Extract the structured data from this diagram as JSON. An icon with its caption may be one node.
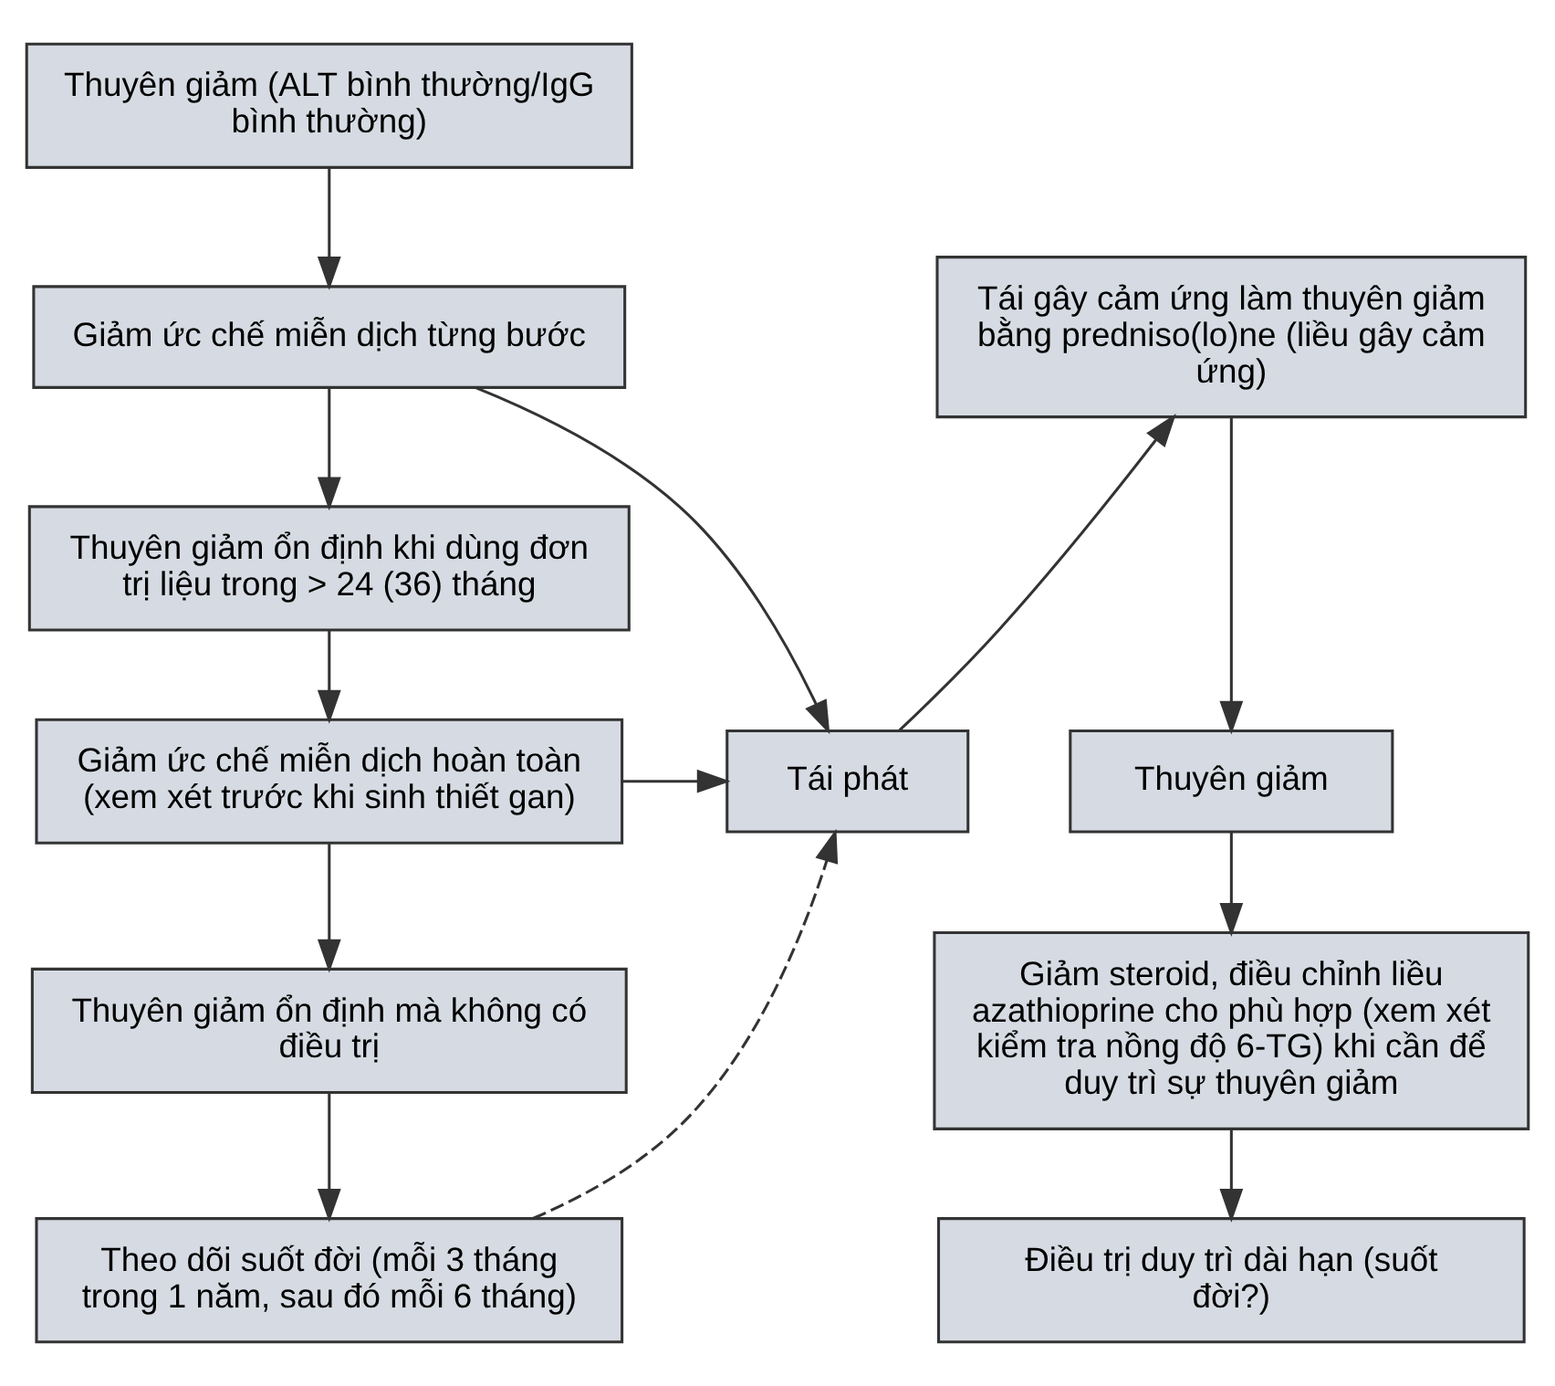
{
  "diagram": {
    "nodes": [
      {
        "text": [
          "Thuyên giảm (ALT bình thường/IgG bình thường)"
        ]
      },
      {
        "text": [
          "Giảm ức chế miễn dịch từng bước"
        ]
      },
      {
        "text": [
          "Thuyên giảm ổn định khi dùng đơn trị liệu trong > 24 (36) tháng"
        ]
      },
      {
        "text": [
          "Giảm ức chế miễn dịch hoàn toàn (xem xét trước khi sinh thiết gan)"
        ]
      },
      {
        "text": [
          "Thuyên giảm ổn định mà không có điều trị"
        ]
      },
      {
        "text": [
          "Theo dõi suốt đời (mỗi 3 tháng trong 1 năm, sau đó mỗi 6 tháng)"
        ]
      },
      {
        "text": [
          "Tái gây cảm ứng làm thuyên giảm bằng predniso(lo)ne (liều gây cảm ứng)"
        ]
      },
      {
        "text": [
          "Thuyên giảm"
        ]
      },
      {
        "text": [
          "Tái phát"
        ]
      },
      {
        "text": [
          "Giảm steroid, điều chỉnh liều azathioprine cho phù hợp (xem xét kiểm tra nồng độ 6-TG) khi cần để duy trì sự thuyên giảm"
        ]
      },
      {
        "text": [
          "Điều trị duy trì dài hạn (suốt đời?)"
        ]
      }
    ],
    "edges": [
      {
        "from": 0,
        "to": 1,
        "arrow": "to"
      },
      {
        "from": 1,
        "to": 2,
        "arrow": "to"
      },
      {
        "from": 2,
        "to": 3,
        "arrow": "to"
      },
      {
        "from": 3,
        "to": 4,
        "arrow": "to"
      },
      {
        "from": 4,
        "to": 5,
        "arrow": "to"
      },
      {
        "from": 1,
        "to": 8,
        "arrow": "to"
      },
      {
        "from": 3,
        "to": 8,
        "arrow": "to"
      },
      {
        "from": 5,
        "to": 8,
        "arrow": "to",
        "style": "dashed"
      },
      {
        "from": 8,
        "to": 6,
        "arrow": "to"
      },
      {
        "from": 6,
        "to": 7,
        "arrow": "to"
      },
      {
        "from": 7,
        "to": 9,
        "arrow": "to"
      },
      {
        "from": 9,
        "to": 10,
        "arrow": "to"
      }
    ]
  }
}
